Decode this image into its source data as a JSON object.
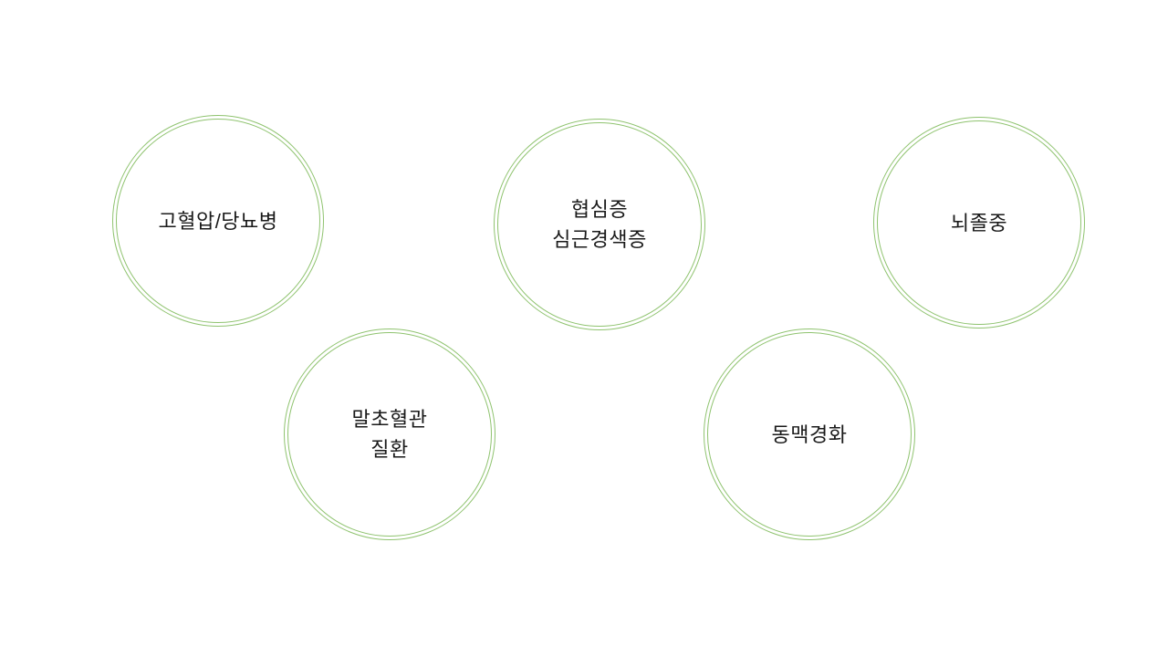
{
  "colors": {
    "background": "#ffffff",
    "circle_border": "#8fc36f",
    "text": "#1a1a1a"
  },
  "diagram": {
    "type": "circle-concept-diagram",
    "circles": [
      {
        "label": "고혈압/당뇨병"
      },
      {
        "label": "협심증\n심근경색증"
      },
      {
        "label": "뇌졸중"
      },
      {
        "label": "말초혈관\n질환"
      },
      {
        "label": "동맥경화"
      }
    ]
  }
}
